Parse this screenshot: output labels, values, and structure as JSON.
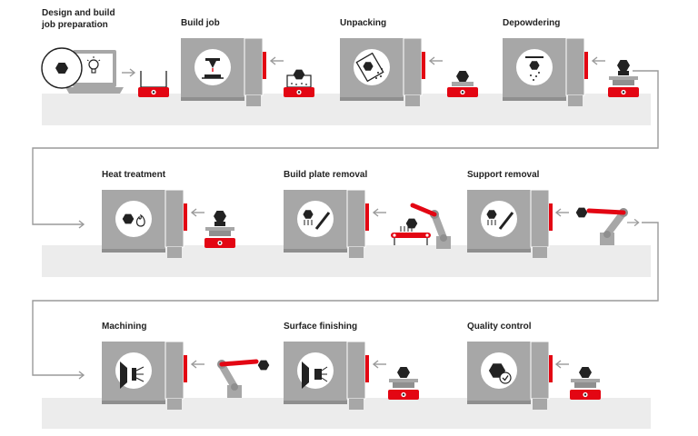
{
  "steps": [
    {
      "id": "design",
      "label": "Design and build\njob preparation",
      "icons": [
        "hexagon-icon",
        "lightbulb-icon",
        "laptop-icon"
      ]
    },
    {
      "id": "build-job",
      "label": "Build job",
      "icons": [
        "printhead-icon",
        "build-plate-icon"
      ]
    },
    {
      "id": "unpacking",
      "label": "Unpacking",
      "icons": [
        "powder-box-icon"
      ]
    },
    {
      "id": "depowdering",
      "label": "Depowdering",
      "icons": [
        "powder-drop-icon"
      ]
    },
    {
      "id": "heat-treatment",
      "label": "Heat treatment",
      "icons": [
        "flame-icon"
      ]
    },
    {
      "id": "build-plate-removal",
      "label": "Build plate removal",
      "icons": [
        "saw-icon",
        "robot-arm-icon",
        "conveyor-icon"
      ]
    },
    {
      "id": "support-removal",
      "label": "Support removal",
      "icons": [
        "saw-icon",
        "robot-arm-icon"
      ]
    },
    {
      "id": "machining",
      "label": "Machining",
      "icons": [
        "mill-cutter-icon",
        "robot-arm-icon"
      ]
    },
    {
      "id": "surface-finishing",
      "label": "Surface finishing",
      "icons": [
        "grinder-icon"
      ]
    },
    {
      "id": "quality-control",
      "label": "Quality control",
      "icons": [
        "checkmark-icon"
      ]
    }
  ],
  "colors": {
    "machine": "#a7a7a7",
    "machine_dark": "#8f8f8f",
    "accent": "#e30613",
    "band": "#ececec",
    "arrow": "#9a9a9a",
    "ink": "#222222"
  }
}
